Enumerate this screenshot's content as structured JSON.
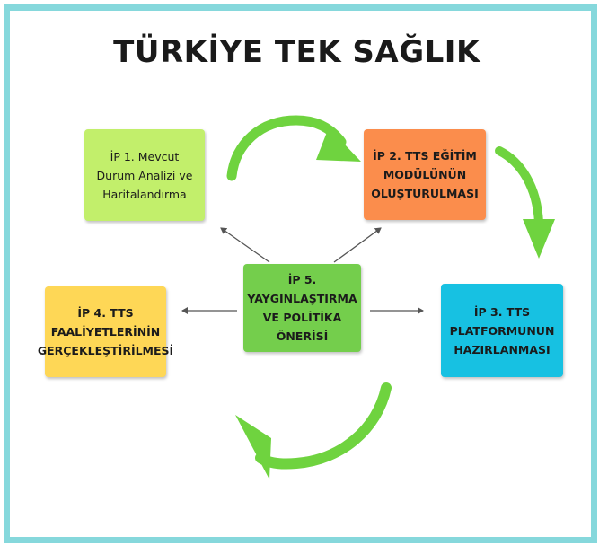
{
  "title": "TÜRKİYE TEK SAĞLIK",
  "colors": {
    "frame": "#86d8dc",
    "box1": "#c2ef6b",
    "box2": "#fb8d4c",
    "box3": "#17c1e2",
    "box4": "#fed756",
    "box5": "#74ce4c",
    "arrows": "#6fd33f",
    "connectors": "#555555"
  },
  "boxes": {
    "ip1": [
      "İP 1. Mevcut",
      "Durum Analizi ve",
      "Haritalandırma"
    ],
    "ip2": [
      "İP 2. TTS EĞİTİM",
      "MODÜLÜNÜN",
      "OLUŞTURULMASI"
    ],
    "ip3": [
      "İP 3. TTS",
      "PLATFORMUNUN",
      "HAZIRLANMASI"
    ],
    "ip4": [
      "İP 4. TTS",
      "FAALİYETLERİNİN",
      "GERÇEKLEŞTİRİLMESİ"
    ],
    "ip5": [
      "İP 5.",
      "YAYGINLAŞTIRMA",
      "VE POLİTİKA",
      "ÖNERİSİ"
    ]
  },
  "icons": [
    "curved-arrow-icon",
    "connector-arrow-icon"
  ]
}
